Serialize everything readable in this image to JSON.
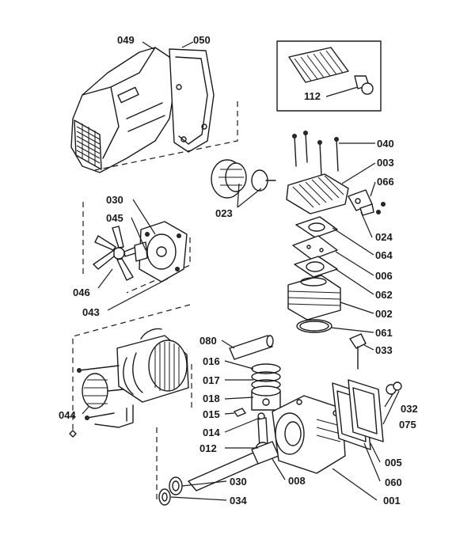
{
  "labels": {
    "p049": "049",
    "p050": "050",
    "p112": "112",
    "p040": "040",
    "p003": "003",
    "p066": "066",
    "p024": "024",
    "p064": "064",
    "p006": "006",
    "p062": "062",
    "p002": "002",
    "p061": "061",
    "p033": "033",
    "p030a": "030",
    "p045": "045",
    "p046": "046",
    "p043": "043",
    "p023": "023",
    "p080": "080",
    "p016": "016",
    "p017": "017",
    "p018": "018",
    "p015": "015",
    "p014": "014",
    "p012": "012",
    "p044": "044",
    "p032": "032",
    "p075": "075",
    "p005": "005",
    "p060": "060",
    "p008": "008",
    "p030b": "030",
    "p034": "034",
    "p001": "001"
  }
}
